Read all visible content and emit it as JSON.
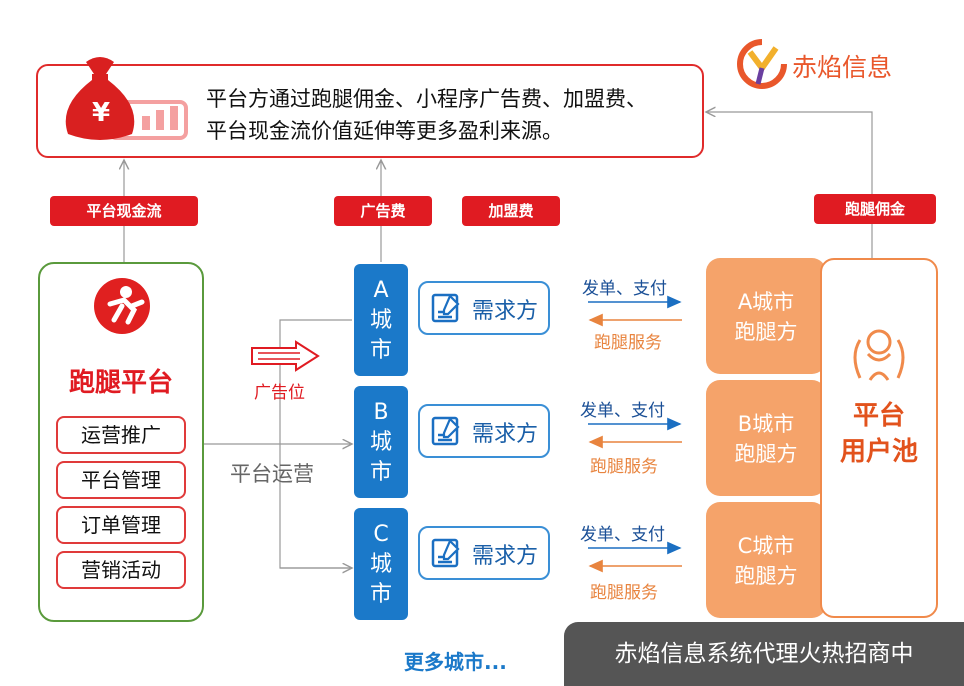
{
  "header": {
    "logo_text": "赤焰信息",
    "description_line1": "平台方通过跑腿佣金、小程序广告费、加盟费、",
    "description_line2": "平台现金流价值延伸等更多盈利来源。",
    "money_symbol": "¥"
  },
  "tags": {
    "cash_flow": "平台现金流",
    "ad_fee": "广告费",
    "franchise_fee": "加盟费",
    "commission": "跑腿佣金"
  },
  "platform": {
    "title": "跑腿平台",
    "menu": [
      "运营推广",
      "平台管理",
      "订单管理",
      "营销活动"
    ],
    "ad_slot_label": "广告位",
    "operations_label": "平台运营"
  },
  "cities": [
    {
      "letter": "A",
      "chars": [
        "城",
        "市"
      ],
      "demand": "需求方",
      "send": "发单、支付",
      "service": "跑腿服务",
      "runner_line1": "A城市",
      "runner_line2": "跑腿方"
    },
    {
      "letter": "B",
      "chars": [
        "城",
        "市"
      ],
      "demand": "需求方",
      "send": "发单、支付",
      "service": "跑腿服务",
      "runner_line1": "B城市",
      "runner_line2": "跑腿方"
    },
    {
      "letter": "C",
      "chars": [
        "城",
        "市"
      ],
      "demand": "需求方",
      "send": "发单、支付",
      "service": "跑腿服务",
      "runner_line1": "C城市",
      "runner_line2": "跑腿方"
    }
  ],
  "user_pool": {
    "line1": "平台",
    "line2": "用户池"
  },
  "more_cities": "更多城市...",
  "footer": {
    "banner": "赤焰信息系统代理火热招商中"
  },
  "colors": {
    "red": "#e01b22",
    "blue": "#1b79c9",
    "orange": "#f5a36a",
    "green": "#5a9a3c"
  }
}
